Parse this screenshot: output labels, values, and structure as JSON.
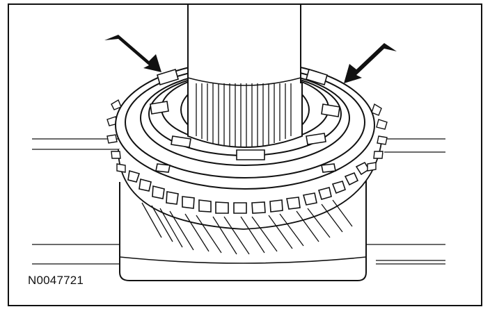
{
  "figure": {
    "id_label": "N0047721",
    "subject": "gear-synchronizer-on-shaft",
    "line_color": "#111111",
    "background": "#ffffff"
  },
  "callouts": [
    {
      "name": "callout-arrow-left",
      "icon": "arrow-down-right-icon"
    },
    {
      "name": "callout-arrow-right",
      "icon": "arrow-down-left-icon"
    }
  ]
}
